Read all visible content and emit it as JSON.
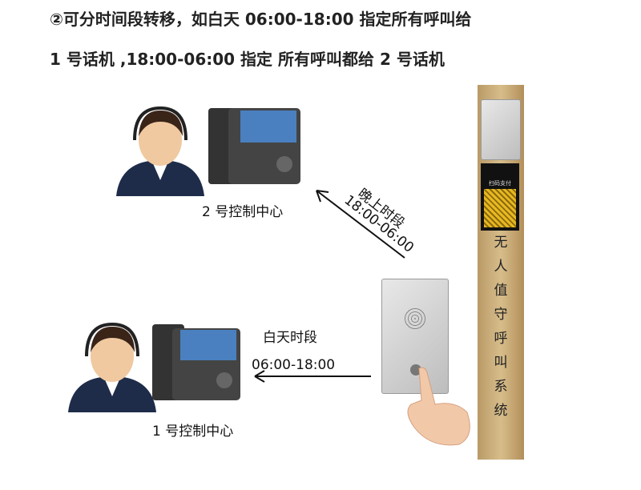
{
  "title": {
    "line1": "②可分时间段转移，如白天 06:00-18:00 指定所有呼叫给",
    "line2": "1 号话机 ,18:00-06:00 指定 所有呼叫都给 2 号话机"
  },
  "night": {
    "label": "晚上时段",
    "time": "18:00-06:00"
  },
  "day": {
    "label": "白天时段",
    "time": "06:00-18:00"
  },
  "center2": "2 号控制中心",
  "center1": "1 号控制中心",
  "pillar": {
    "chars": [
      "无",
      "人",
      "值",
      "守",
      "呼",
      "叫",
      "系",
      "统"
    ],
    "pay_label": "扫码支付"
  },
  "colors": {
    "pillar": "#c9ab77",
    "qr": "#e8b820"
  }
}
